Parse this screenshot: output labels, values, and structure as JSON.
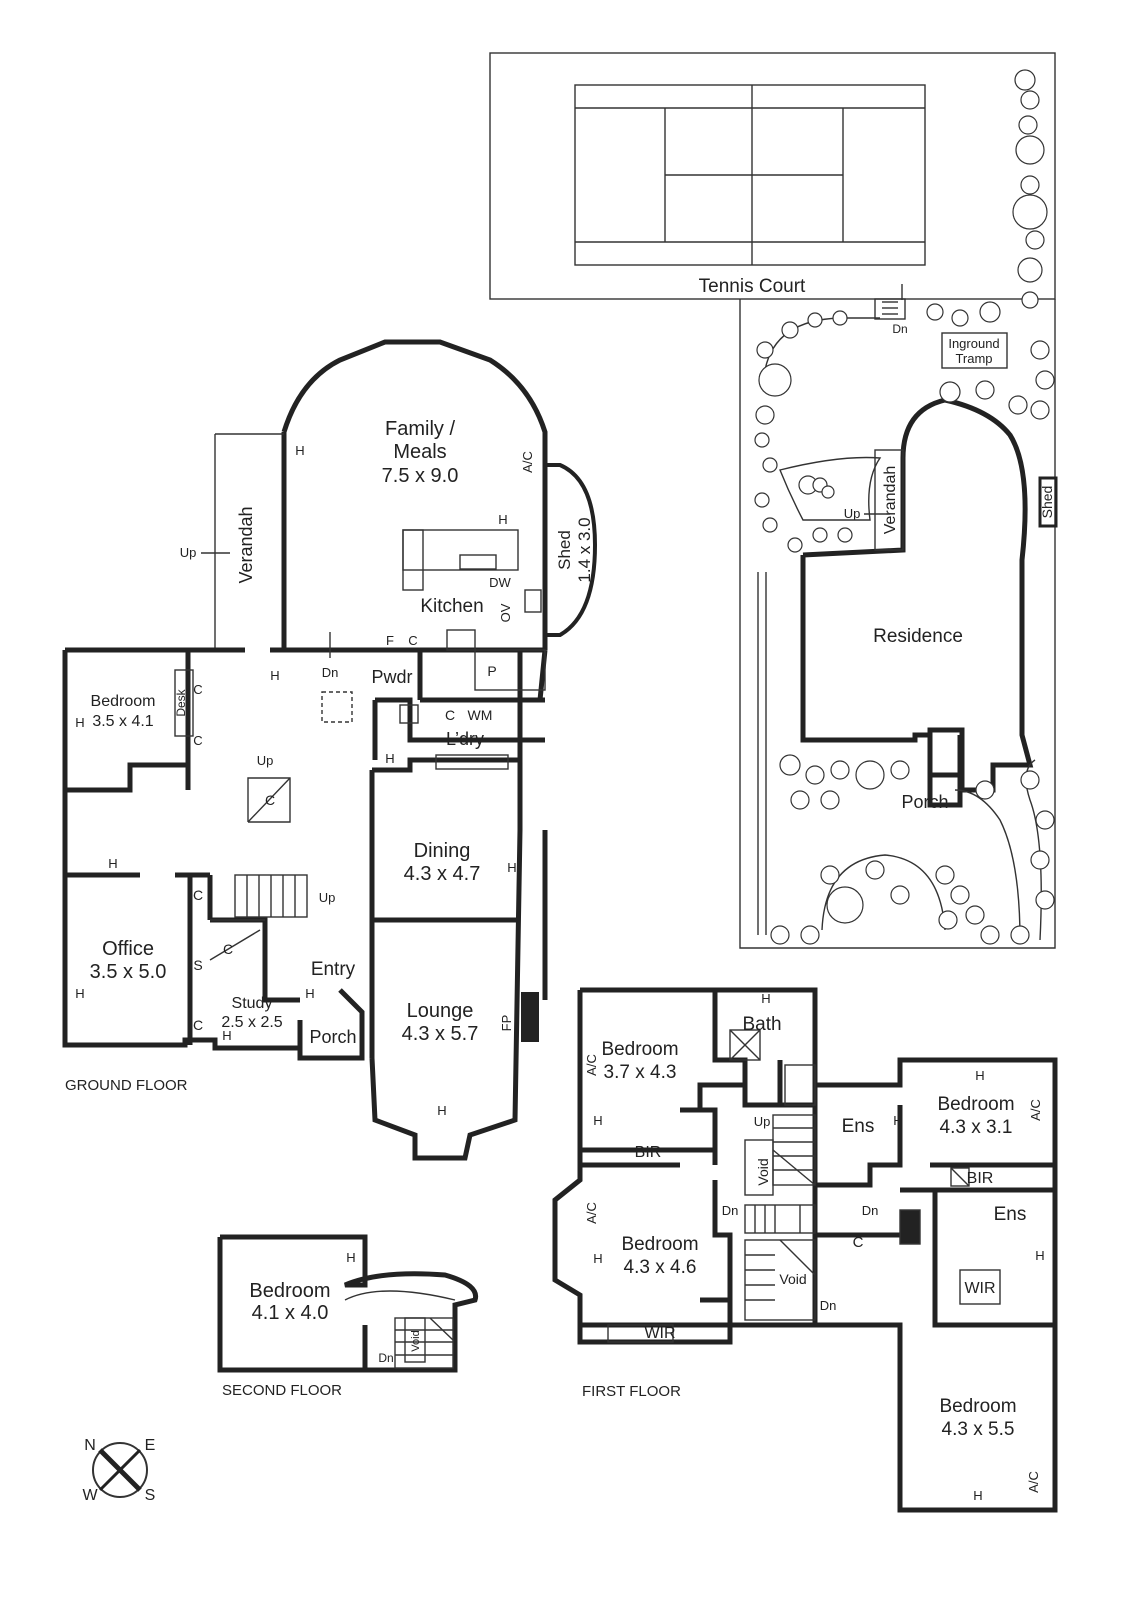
{
  "floors": {
    "ground": "GROUND FLOOR",
    "first": "FIRST FLOOR",
    "second": "SECOND FLOOR"
  },
  "ground": {
    "family": [
      "Family /",
      "Meals",
      "7.5 x 9.0"
    ],
    "verandah": "Verandah",
    "up": "Up",
    "dn": "Dn",
    "kitchen": "Kitchen",
    "shed": [
      "Shed",
      "1.4 x 3.0"
    ],
    "ac": "A/C",
    "dw": "DW",
    "ov": "OV",
    "f": "F",
    "c": "C",
    "p": "P",
    "pwdr": "Pwdr",
    "wm": "WM",
    "ldry": "L’dry",
    "bedroom": [
      "Bedroom",
      "3.5 x 4.1"
    ],
    "desk": "Desk",
    "h": "H",
    "s": "S",
    "dining": [
      "Dining",
      "4.3 x 4.7"
    ],
    "office": [
      "Office",
      "3.5 x 5.0"
    ],
    "entry": "Entry",
    "study": [
      "Study",
      "2.5 x 2.5"
    ],
    "porch": "Porch",
    "lounge": [
      "Lounge",
      "4.3 x 5.7"
    ],
    "fp": "FP"
  },
  "site": {
    "tennis": "Tennis Court",
    "dn": "Dn",
    "tramp": [
      "Inground",
      "Tramp"
    ],
    "verandah": "Verandah",
    "up": "Up",
    "shed": "Shed",
    "residence": "Residence",
    "porch": "Porch"
  },
  "second": {
    "bedroom": [
      "Bedroom",
      "4.1 x 4.0"
    ],
    "void": "Void",
    "dn": "Dn",
    "h": "H"
  },
  "first": {
    "bed1": [
      "Bedroom",
      "3.7 x 4.3"
    ],
    "bath": "Bath",
    "bir": "BIR",
    "void": "Void",
    "up": "Up",
    "ens": "Ens",
    "bed2": [
      "Bedroom",
      "4.3 x 3.1"
    ],
    "bed3": [
      "Bedroom",
      "4.3 x 4.6"
    ],
    "dn": "Dn",
    "c": "C",
    "wir": "WIR",
    "bed4": [
      "Bedroom",
      "4.3 x 5.5"
    ],
    "ac": "A/C",
    "h": "H"
  },
  "compass": {
    "n": "N",
    "e": "E",
    "w": "W",
    "s": "S"
  }
}
